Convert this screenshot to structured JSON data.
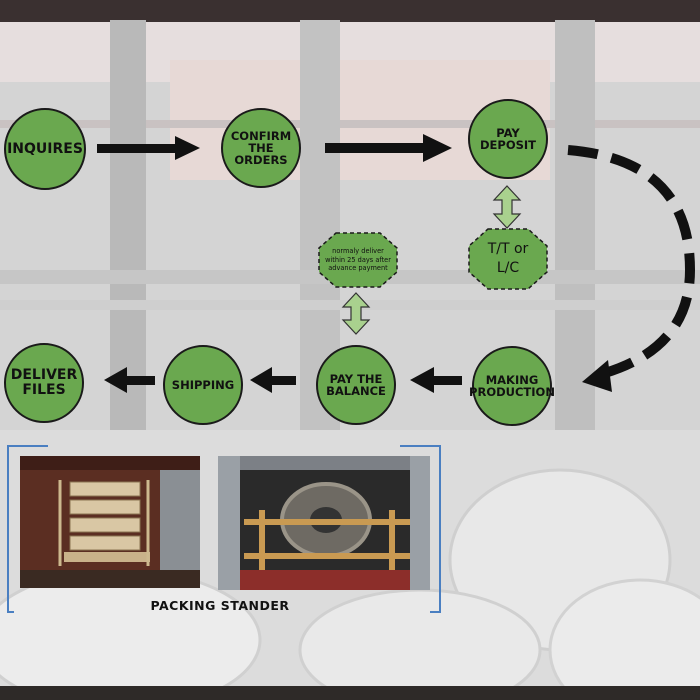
{
  "steps": {
    "inquires": "INQUIRES",
    "confirm": "CONFIRM THE ORDERS",
    "deposit": "PAY DEPOSIT",
    "making": "MAKING PRODUCTION",
    "balance": "PAY THE BALANCE",
    "shipping": "SHIPPING",
    "deliver": "DELIVER FILES"
  },
  "notes": {
    "payment_method": "T/T or L/C",
    "delivery": "normaly deliver within 25 days after advance payment"
  },
  "caption": "PACKING STANDER",
  "colors": {
    "node": "#6aa84f",
    "outline": "#1a1a1a",
    "frame": "#4a7fc1"
  }
}
